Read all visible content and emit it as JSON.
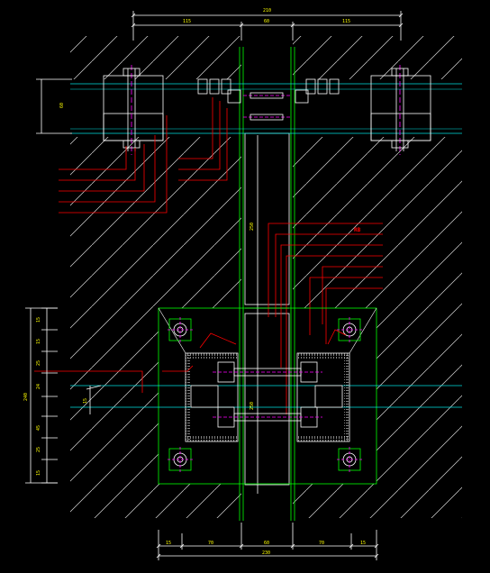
{
  "colors": {
    "background": "#000000",
    "hatch": "#d8d8d8",
    "structure": "#ffffff",
    "cyan": "#00e0e0",
    "magenta": "#ff00ff",
    "red": "#ff0000",
    "green": "#00ff00",
    "yellow": "#ffff00",
    "steel_plate": "#bfbfbf"
  },
  "dimensions": {
    "top_total": "210",
    "top_left": "115",
    "top_mid": "60",
    "top_right": "115",
    "left_upper": "60",
    "vertical_mid": "250",
    "vertical_lower": "250",
    "left_total": "240",
    "left_segments": [
      "15",
      "15",
      "25",
      "24",
      "45",
      "25",
      "15"
    ],
    "left_small": "15",
    "bottom_segments": [
      "15",
      "70",
      "60",
      "70",
      "15"
    ],
    "bottom_total": "230"
  },
  "annotation": {
    "red_label": "RB"
  },
  "icons": [
    "anchor-bolt-icon",
    "hex-nut-icon",
    "weld-symbol-icon"
  ]
}
